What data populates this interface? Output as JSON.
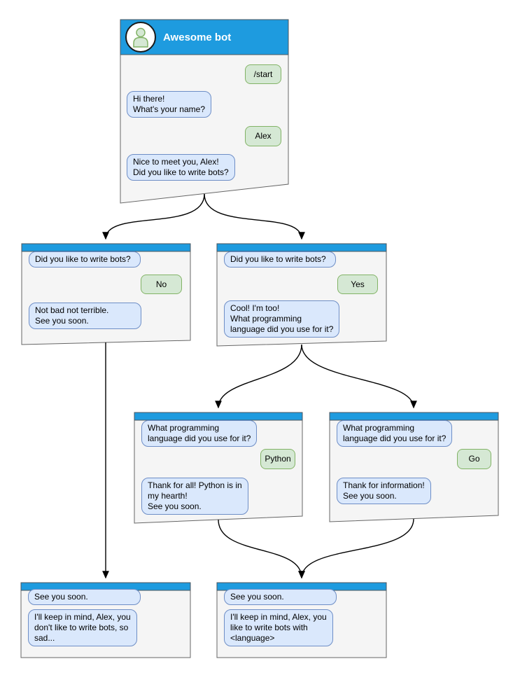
{
  "diagram": {
    "type": "chatbot-conversation-flowchart",
    "colors": {
      "header_blue": "#1E9BDF",
      "window_fill": "#F5F5F5",
      "window_border": "#666666",
      "bot_bubble_fill": "#DAE8FC",
      "bot_bubble_border": "#6E8EC6",
      "user_bubble_fill": "#D5E8D4",
      "user_bubble_border": "#82B366",
      "connector": "#000000"
    },
    "nodes": {
      "main": {
        "title": "Awesome bot",
        "user_start": "/start",
        "bot_greet": "Hi there!\nWhat's your name?",
        "user_name": "Alex",
        "bot_ask": "Nice to meet you, Alex!\nDid you like to write bots?"
      },
      "no_branch": {
        "bot_q": "Did you like to write bots?",
        "user_a": "No",
        "bot_r": "Not bad not terrible.\nSee you soon."
      },
      "yes_branch": {
        "bot_q": "Did you like to write bots?",
        "user_a": "Yes",
        "bot_r": "Cool! I'm too!\nWhat programming\nlanguage did you use for it?"
      },
      "python_branch": {
        "bot_q": "What programming\nlanguage did you use for it?",
        "user_a": "Python",
        "bot_r": "Thank for all! Python is in\nmy hearth!\nSee you soon."
      },
      "go_branch": {
        "bot_q": "What programming\nlanguage did you use for it?",
        "user_a": "Go",
        "bot_r": "Thank for information!\nSee you soon."
      },
      "end_no": {
        "bot_q": "See you soon.",
        "bot_r": "I'll keep in mind, Alex, you\ndon't like to write bots, so\nsad..."
      },
      "end_yes": {
        "bot_q": "See you soon.",
        "bot_r": "I'll keep in mind, Alex, you\nlike to write bots with\n<language>"
      }
    },
    "edges": [
      {
        "from": "main",
        "to": "no_branch"
      },
      {
        "from": "main",
        "to": "yes_branch"
      },
      {
        "from": "no_branch",
        "to": "end_no"
      },
      {
        "from": "yes_branch",
        "to": "python_branch"
      },
      {
        "from": "yes_branch",
        "to": "go_branch"
      },
      {
        "from": "python_branch",
        "to": "end_yes"
      },
      {
        "from": "go_branch",
        "to": "end_yes"
      }
    ]
  }
}
